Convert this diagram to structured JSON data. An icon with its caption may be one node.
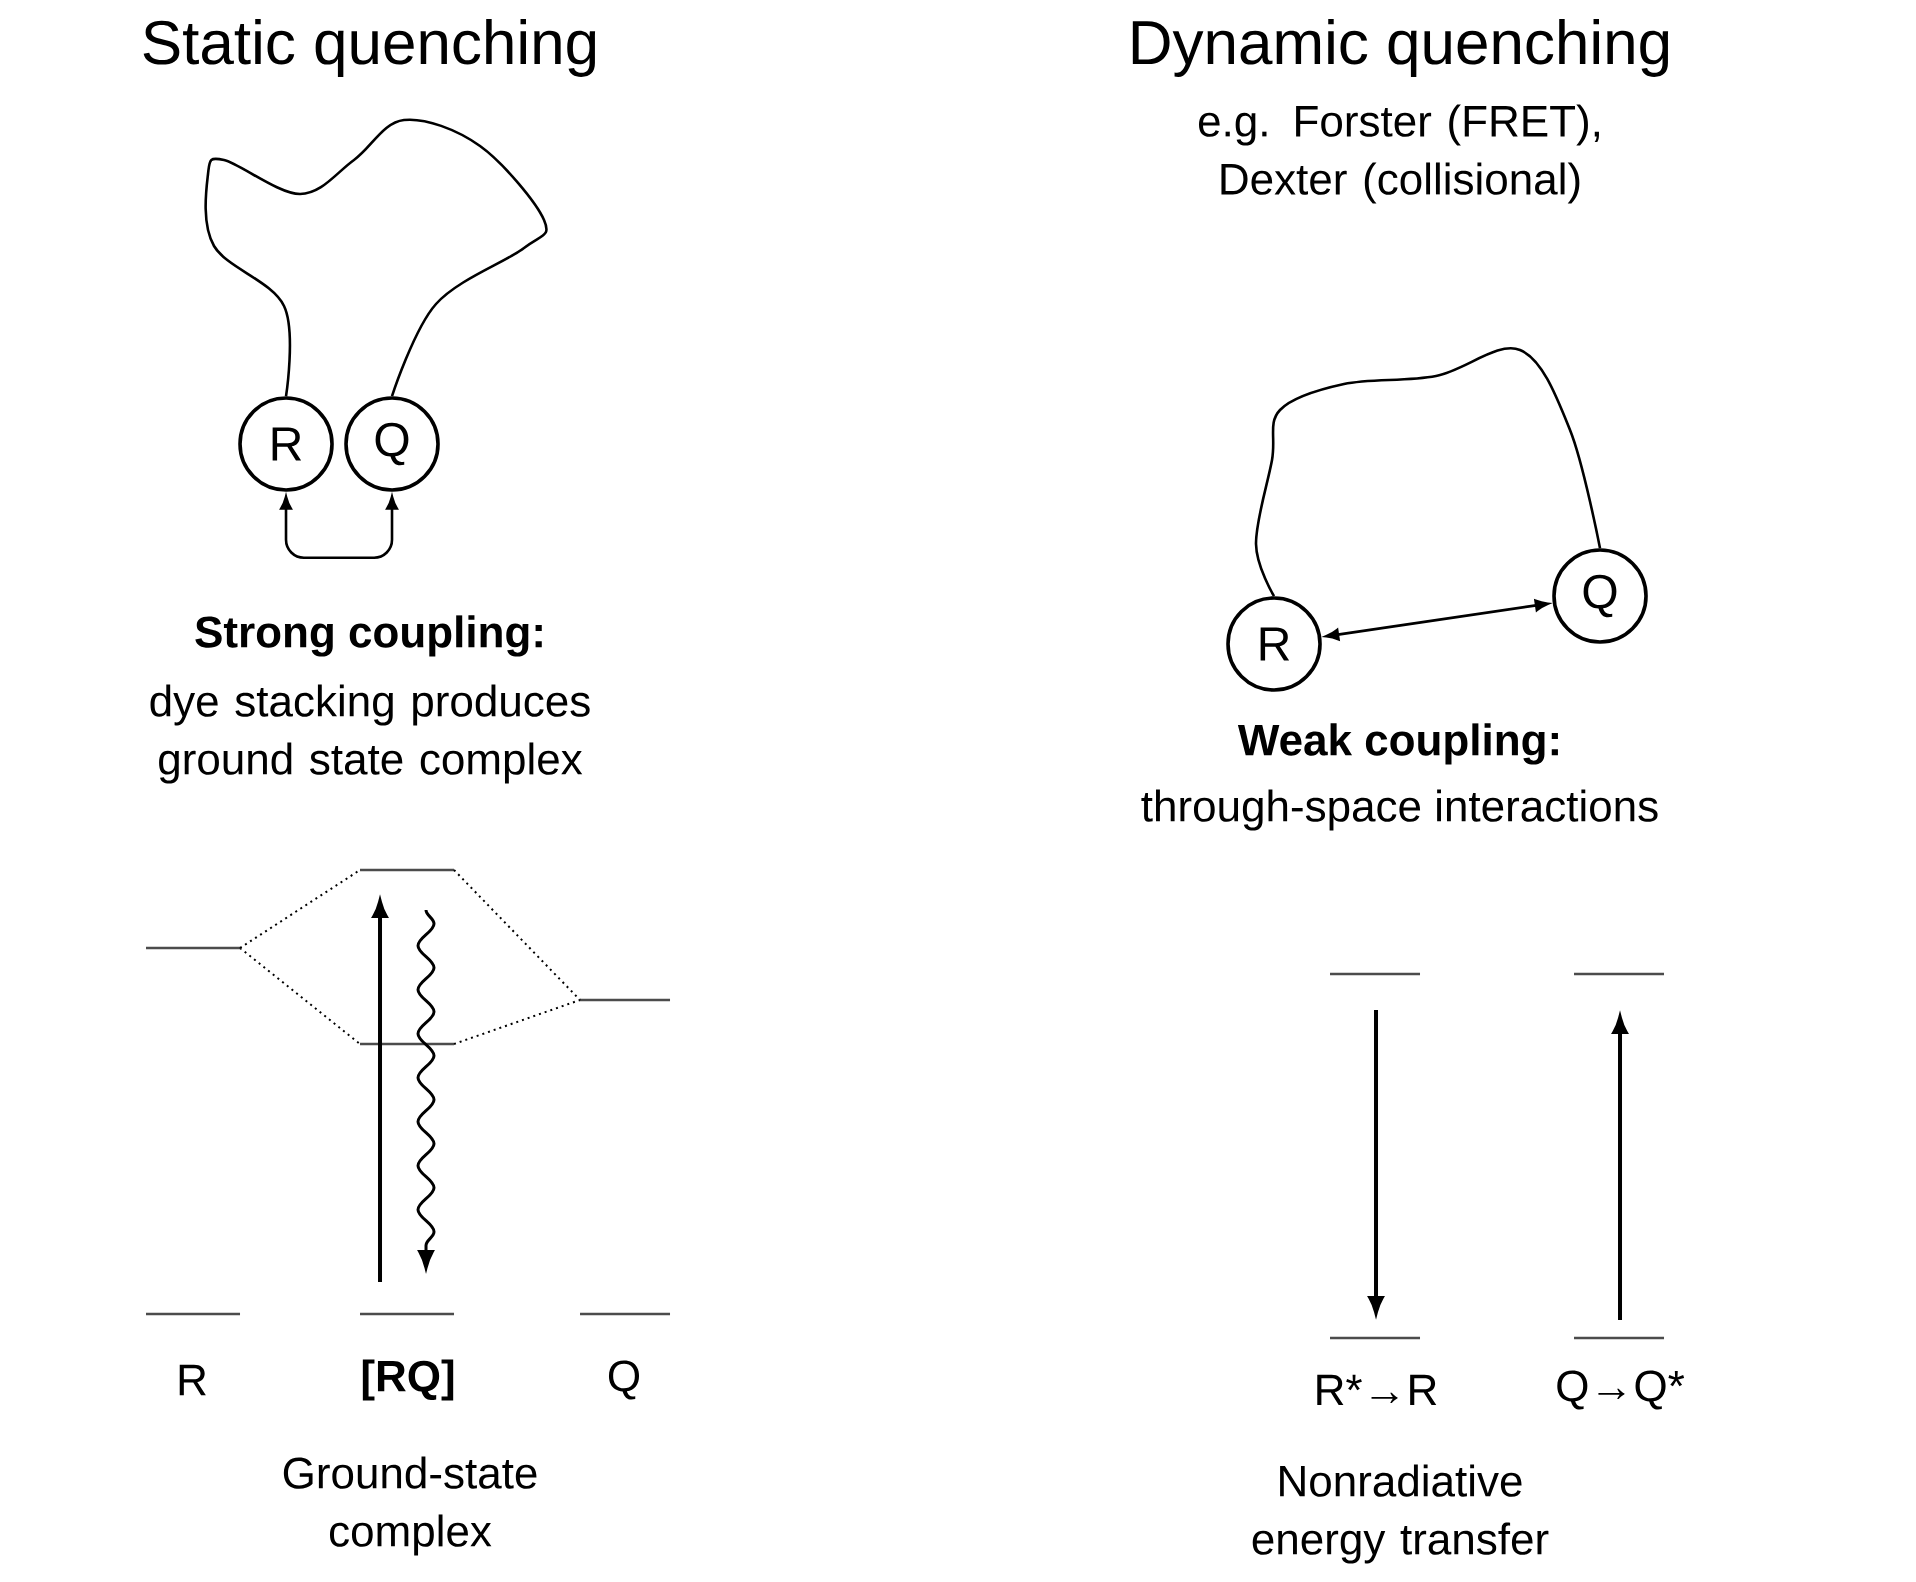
{
  "diagram": {
    "nodes": [
      {
        "text": [
          "R"
        ]
      },
      {
        "text": [
          "Q"
        ]
      },
      {
        "text": [
          "R"
        ]
      },
      {
        "text": [
          "Q"
        ]
      }
    ],
    "edges": [
      {
        "from": 0,
        "to": 1,
        "arrow": "none"
      },
      {
        "from": 0,
        "to": 1,
        "arrow": "both"
      },
      {
        "from": 2,
        "to": 3,
        "arrow": "none"
      },
      {
        "from": 2,
        "to": 3,
        "arrow": "both"
      }
    ],
    "labels": [
      "Static quenching",
      "Dynamic quenching",
      "e.g. Forster (FRET), Dexter (collisional)",
      "Strong coupling:",
      "dye stacking produces ground state complex",
      "Weak coupling:",
      "through-space interactions",
      "R",
      "[RQ]",
      "Q",
      "Ground-state complex",
      "R*→R",
      "Q→Q*",
      "Nonradiative energy transfer"
    ]
  }
}
